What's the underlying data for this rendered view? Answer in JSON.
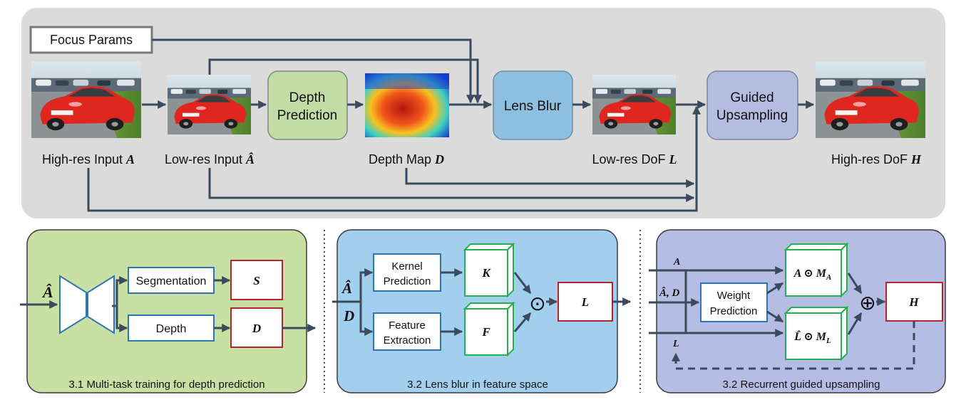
{
  "top": {
    "focus_params": "Focus Params",
    "depth_prediction": [
      "Depth",
      "Prediction"
    ],
    "lens_blur": "Lens Blur",
    "guided_upsampling": [
      "Guided",
      "Upsampling"
    ],
    "captions": {
      "highres_input": "High-res Input ",
      "highres_input_sym": "A",
      "lowres_input": "Low-res Input ",
      "lowres_input_sym": "Â",
      "depth_map": "Depth Map ",
      "depth_map_sym": "D",
      "lowres_dof": "Low-res DoF ",
      "lowres_dof_sym": "L",
      "highres_dof": "High-res DoF ",
      "highres_dof_sym": "H"
    }
  },
  "panel1": {
    "caption": "3.1 Multi-task training for depth prediction",
    "input_sym": "Â",
    "segmentation": "Segmentation",
    "depth": "Depth",
    "out_s": "S",
    "out_d": "D"
  },
  "panel2": {
    "caption": "3.2 Lens blur in feature space",
    "input_a": "Â",
    "input_d": "D",
    "kernel_prediction": [
      "Kernel",
      "Prediction"
    ],
    "feature_extraction": [
      "Feature",
      "Extraction"
    ],
    "k": "K",
    "f": "F",
    "odot": "⊙",
    "out_l": "L"
  },
  "panel3": {
    "caption": "3.2 Recurrent guided upsampling",
    "in_a": "A",
    "in_ad": "Â, D",
    "in_l": "L",
    "weight_prediction": [
      "Weight",
      "Prediction"
    ],
    "cube_top": "A ⊙ M",
    "cube_top_sub": "A",
    "cube_bottom": "L̂ ⊙ M",
    "cube_bottom_sub": "L",
    "oplus": "⊕",
    "out_h": "H"
  },
  "colors": {
    "top_bg": "#dcdbdb",
    "green_panel": "#c8e0a4",
    "blue_panel": "#a3cfef",
    "lavender_panel": "#b6bde4",
    "depth_box": "#c3dca6",
    "lens_box": "#8dbfe0",
    "guided_box": "#b4bcdf",
    "arrow": "#3c4a5e",
    "out_box_border": "#b5232b",
    "cube_border": "#22b14c",
    "proc_box_border": "#2e75b6"
  },
  "icons": [
    "car-photo",
    "depth-map-image",
    "encoder-decoder-icon",
    "cube-icon"
  ]
}
